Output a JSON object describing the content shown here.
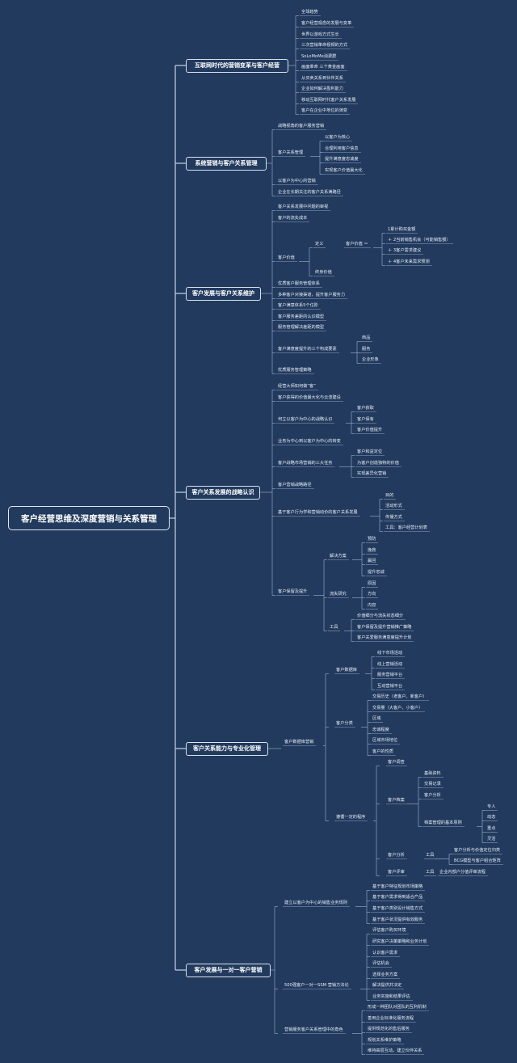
{
  "root": "客户经营思维及深度营销与关系管理",
  "mains": [
    "互联网时代的营销变革与客户经营",
    "系统营销与客户关系管理",
    "客户发展与客户关系维护",
    "客户关系发展的战略认识",
    "客户关系能力与专业化管理",
    "客户发展与一对一客户营销"
  ],
  "b1": [
    "全球趋势",
    "客户经营观念的发展与变革",
    "世界以游戏方式生长",
    "三次营销革命视频的方式",
    "SoLoMoMe消费群",
    "画面革命 三个黄金画面",
    "从买卖关系到伙伴关系",
    "企业如何解决盈利能力",
    "移动互联网时代客户关系发展",
    "客户在企业中地位的演变"
  ],
  "b2": {
    "items": [
      "战略视角的客户服务营销",
      "客户关系管理",
      "以客户为中心的营销",
      "企业在长期关注的客户关系满路径"
    ],
    "crm": [
      "以客户为核心",
      "合理利用客户信息",
      "提升满意度忠诚度",
      "实现客户价值最大化"
    ]
  },
  "b3": {
    "items": [
      "客户关系发展中问题的审视",
      "客户的流失成本",
      "客户价值",
      "优质客户服务管理体系",
      "多种客户对接渠道，提升客户服务力",
      "客户满意体系5个位阶",
      "客户服务差距的认识模型",
      "服务管理解决差距的模型",
      "客户满意度提升的三个构成要素",
      "优质服务管理策略"
    ],
    "value": [
      "定义",
      "终身价值"
    ],
    "def": "客户价值 ＝",
    "formula": [
      "1累计购买金额",
      "＋ 2当前销售机会（可能销售额）",
      "＋ 3客户需求建议",
      "＋ 4客户未来需求预测"
    ],
    "elements": [
      "商品",
      "服务",
      "企业形象"
    ]
  },
  "b4": {
    "items": [
      "经营大师如何做“客”",
      "客户获得的价值最大化与云渲建设",
      "何立以客户为中心的战略认识",
      "业务为中心到以客户为中心的转变",
      "客户战略市场营销的三大任务",
      "客户营销战略路径",
      "基于客户行为学和营销动价的客户关系发展",
      "客户保留及提升"
    ],
    "strategy": [
      "客户获取",
      "客户保有",
      "客户价值提升"
    ],
    "tasks": [
      "客户和益定位",
      "为客户创造独特的价值",
      "实现差异化营销"
    ],
    "behavior": [
      "目的",
      "活动形式",
      "传播方式",
      "工具：客户经营计划表"
    ],
    "retain": [
      "解决方案",
      "流失研究",
      "工具"
    ],
    "solutions": [
      "预防",
      "挽救",
      "赢回",
      "提升忠诚"
    ],
    "loss": [
      "原因",
      "方向",
      "内容"
    ],
    "tools": [
      "价值细分与流失状态细分",
      "客户保留及提升营销推广策略",
      "客户关爱服务满意度提升计划"
    ]
  },
  "b5": {
    "mgmt": "客户数据库营销",
    "groups": [
      "客户数据库",
      "客户分类",
      "遵循一定的程序"
    ],
    "db": [
      "线下市场活动",
      "线上营销活动",
      "服务营销平台",
      "互动营销平台"
    ],
    "cls": [
      "交易历史（老客户、新客户）",
      "交易量（大客户、小客户）",
      "区域",
      "忠诚程度",
      "区域市场地位",
      "客户的性质"
    ],
    "proc": [
      "客户调查",
      "客户档案",
      "客户分析",
      "客户评审"
    ],
    "archive": [
      "基础资料",
      "交易记录",
      "客户分析",
      "档案管理的基本原则"
    ],
    "principles": [
      "专人",
      "动态",
      "重点",
      "灵活"
    ],
    "tool_label": "工具",
    "analysis_tools": [
      "客户分析与价值定位归类",
      "BCG模型与客户组合矩阵"
    ],
    "review_tool": "企业内部户分值评审流程"
  },
  "b6": {
    "items": [
      "建立以客户为中心的销售业务规则",
      "500强客户一对一SSM 营销方法论",
      "营销服务客户关系管理中的角色"
    ],
    "rules": [
      "基于客户特征规划市场策略",
      "基于客户需求得到适合产品",
      "基于客户类别设计销售方式",
      "基于客户状况提供有效服务"
    ],
    "ssm": [
      "评估客户购买环境",
      "研究客户决策策略和业务计划",
      "认识客户需求",
      "评估机会",
      "选择业务方案",
      "解决提供并决定",
      "业务实施和结果评估"
    ],
    "roles": [
      "形成一种团队对团队的互利机制",
      "善用企业标准化服务流程",
      "提供规范化的售后服务",
      "规划关系维护策略",
      "维持高层互动，建立伙伴关系"
    ]
  }
}
